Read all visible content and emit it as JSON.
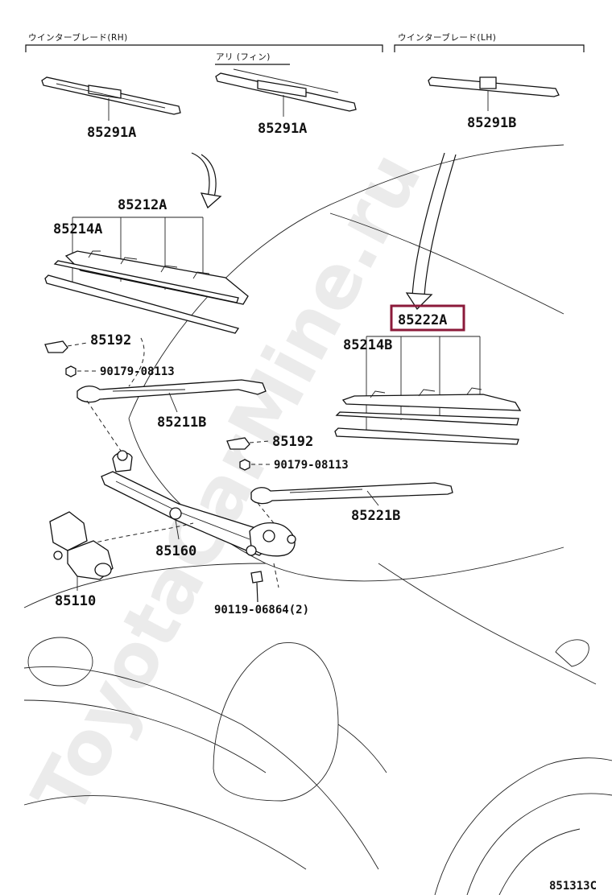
{
  "headers": {
    "rh": "ウインターブレード(RH)",
    "fin": "アリ (フィン)",
    "lh": "ウインターブレード(LH)"
  },
  "parts": {
    "p85291A_1": "85291A",
    "p85291A_2": "85291A",
    "p85291B": "85291B",
    "p85212A": "85212A",
    "p85214A": "85214A",
    "p85222A": "85222A",
    "p85214B": "85214B",
    "p85192_1": "85192",
    "p90179_1": "90179-08113",
    "p85211B": "85211B",
    "p85192_2": "85192",
    "p90179_2": "90179-08113",
    "p85221B": "85221B",
    "p85160": "85160",
    "p85110": "85110",
    "p90119": "90119-06864(2)"
  },
  "highlight_color": "#8b1a3a",
  "watermark": "ToyotaCarMine.ru",
  "diagram_code": "851313C"
}
